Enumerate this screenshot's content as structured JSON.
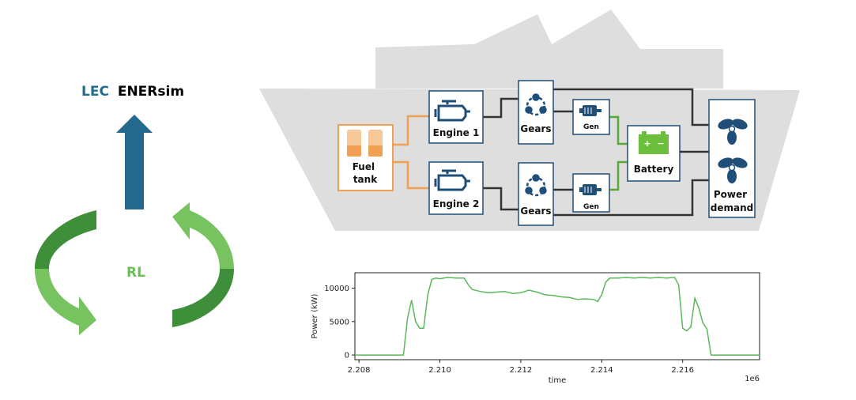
{
  "brand": {
    "part1": "LEC",
    "part2": "ENERsim",
    "color1": "#1f6e8c",
    "color2": "#000000"
  },
  "loop_label": "RL",
  "colors": {
    "hull": "#dedede",
    "orange": "#f0a050",
    "blue": "#1f4e79",
    "green": "#5aa83c",
    "dark_line": "#333333",
    "arrow_blue": "#236a8e",
    "loop_dark": "#3f8f3a",
    "loop_light": "#77c35f"
  },
  "components": {
    "fuel_tank": "Fuel tank",
    "engine1": "Engine 1",
    "engine2": "Engine 2",
    "gears1": "Gears",
    "gears2": "Gears",
    "gen1": "Gen",
    "gen2": "Gen",
    "battery": "Battery",
    "power_demand": "Power demand"
  },
  "icons": {
    "engine": "engine-icon",
    "gears": "gears-icon",
    "generator": "generator-icon",
    "battery": "battery-icon",
    "propeller": "propeller-icon",
    "tank": "fuel-tank-icon"
  },
  "chart_data": {
    "type": "line",
    "xlabel": "time",
    "ylabel": "Power (kW)",
    "x_offset_label": "1e6",
    "xlim": [
      2.2079,
      2.2179
    ],
    "ylim": [
      -700,
      12300
    ],
    "xticks": [
      2.208,
      2.21,
      2.212,
      2.214,
      2.216
    ],
    "xtick_labels": [
      "2.208",
      "2.210",
      "2.212",
      "2.214",
      "2.216"
    ],
    "yticks": [
      0,
      5000,
      10000
    ],
    "ytick_labels": [
      "0",
      "5000",
      "10000"
    ],
    "series": [
      {
        "color": "#5cb85c",
        "x": [
          2.2079,
          2.2091,
          2.2092,
          2.2093,
          2.2094,
          2.2095,
          2.2096,
          2.2097,
          2.2098,
          2.2099,
          2.21,
          2.2102,
          2.2104,
          2.2106,
          2.2107,
          2.2108,
          2.211,
          2.2112,
          2.2114,
          2.2116,
          2.2118,
          2.212,
          2.2122,
          2.2124,
          2.2126,
          2.2128,
          2.213,
          2.2132,
          2.2134,
          2.2136,
          2.2138,
          2.2139,
          2.214,
          2.2141,
          2.2142,
          2.2144,
          2.2146,
          2.2148,
          2.215,
          2.2152,
          2.2154,
          2.2156,
          2.2158,
          2.2159,
          2.216,
          2.2161,
          2.2162,
          2.2163,
          2.2164,
          2.2165,
          2.2166,
          2.2167,
          2.2168,
          2.2179
        ],
        "y": [
          0,
          0,
          5500,
          8200,
          5000,
          4000,
          4000,
          9000,
          11300,
          11500,
          11400,
          11600,
          11500,
          11500,
          10500,
          9800,
          9500,
          9300,
          9400,
          9500,
          9200,
          9300,
          9700,
          9400,
          9000,
          8900,
          8700,
          8600,
          8300,
          8400,
          8300,
          8000,
          9000,
          10900,
          11500,
          11500,
          11600,
          11500,
          11600,
          11500,
          11600,
          11500,
          11600,
          10500,
          4000,
          3600,
          4200,
          8500,
          7000,
          4800,
          3900,
          0,
          0,
          0
        ]
      }
    ]
  }
}
